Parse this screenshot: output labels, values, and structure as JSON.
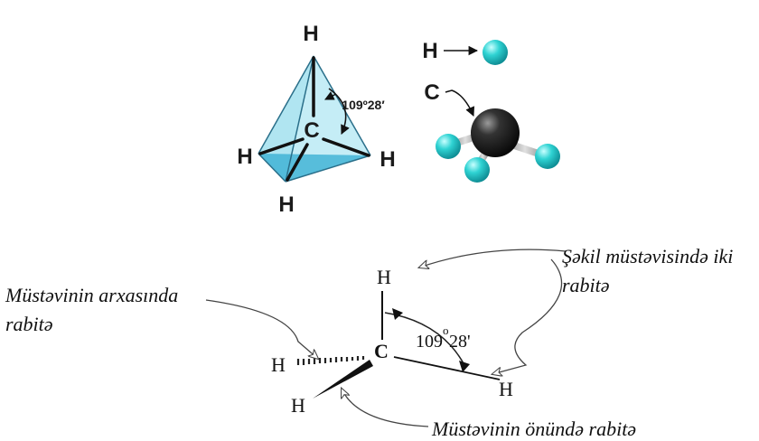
{
  "tetrahedron": {
    "atom_top": "H",
    "atom_center": "C",
    "atom_left": "H",
    "atom_right": "H",
    "atom_bottom": "H",
    "angle": "109º28′",
    "face_color": "#9fe0ee",
    "edge_color": "#1a1a1a"
  },
  "ball_stick": {
    "label_h": "H",
    "label_c": "C",
    "hydrogen_color": "#2fd3d3",
    "carbon_color": "#222222"
  },
  "wedge_dash": {
    "atom_top": "H",
    "atom_center": "C",
    "atom_left": "H",
    "atom_bottom_left": "H",
    "atom_right": "H",
    "angle_value": "109",
    "angle_degree_mark": "o",
    "angle_minutes": "28'",
    "annotation_plane_line1": "Şəkil müstəvisində iki",
    "annotation_plane_line2": "rabitə",
    "annotation_behind_line1": "Müstəvinin arxasında",
    "annotation_behind_line2": "rabitə",
    "annotation_front": "Müstəvinin önündə rabitə"
  }
}
